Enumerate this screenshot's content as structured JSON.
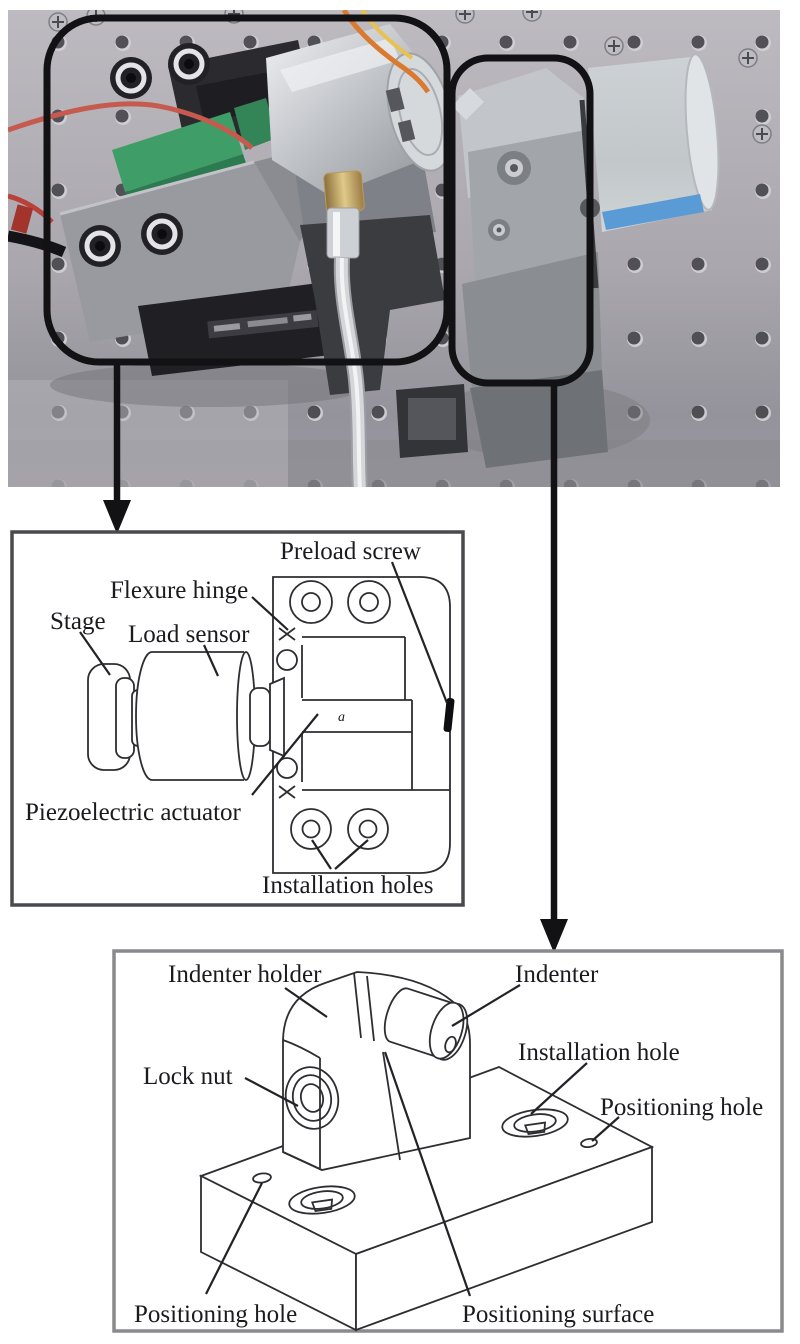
{
  "colors": {
    "annotation_black": "#121214",
    "diagram_stroke": "#2e2e32",
    "middle_box_border": "#4a4a4e",
    "bottom_box_border": "#8a8a8e",
    "table_gray": "#aeacb2",
    "piezo_green": "#3f9e68",
    "stripe_blue": "#5b9bd5",
    "wire_orange": "#d97a30",
    "wire_red": "#c65a4e",
    "brass_gold": "#b99b5e"
  },
  "stage_diagram": {
    "labels": {
      "preload_screw": "Preload screw",
      "flexure_hinge": "Flexure hinge",
      "stage": "Stage",
      "load_sensor": "Load sensor",
      "piezoelectric_actuator": "Piezoelectric actuator",
      "installation_holes": "Installation holes",
      "actuator_mark": "a"
    }
  },
  "indenter_diagram": {
    "labels": {
      "indenter_holder": "Indenter holder",
      "indenter": "Indenter",
      "lock_nut": "Lock nut",
      "installation_hole": "Installation hole",
      "positioning_hole_right": "Positioning hole",
      "positioning_hole_left": "Positioning hole",
      "positioning_surface": "Positioning surface"
    }
  }
}
